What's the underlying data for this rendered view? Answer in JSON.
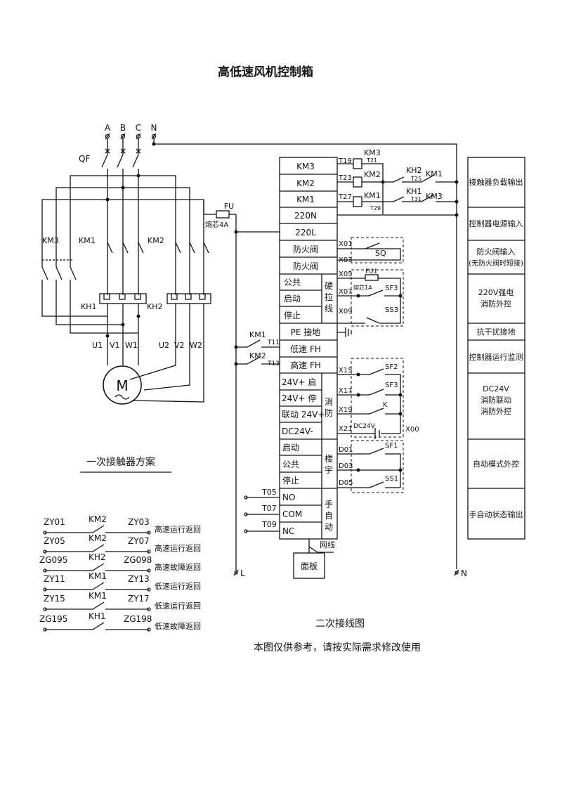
{
  "title": "高低速风机控制箱",
  "primary": {
    "phases": [
      "A",
      "B",
      "C",
      "N"
    ],
    "qf": "QF",
    "km3": "KM3",
    "km1": "KM1",
    "km2": "KM2",
    "kh1": "KH1",
    "kh2": "KH2",
    "u1": "U1",
    "v1": "V1",
    "w1": "W1",
    "u2": "U2",
    "v2": "V2",
    "w2": "W2",
    "fu": "FU",
    "fu_rating": "熔芯4A",
    "motor_symbol": "M",
    "caption": "一次接触器方案"
  },
  "terminals": [
    {
      "label": "KM3"
    },
    {
      "label": "KM2"
    },
    {
      "label": "KM1"
    },
    {
      "label": "220N"
    },
    {
      "label": "220L"
    },
    {
      "label": "防火阀"
    },
    {
      "label": "防火阀"
    },
    {
      "label": "公共"
    },
    {
      "label": "启动"
    },
    {
      "label": "停止"
    },
    {
      "label": "PE 接地"
    },
    {
      "label": "低速 FH"
    },
    {
      "label": "高速 FH"
    },
    {
      "label": "24V+ 启"
    },
    {
      "label": "24V+ 停"
    },
    {
      "label": "联动 24V+"
    },
    {
      "label": "DC24V-"
    },
    {
      "label": "启动"
    },
    {
      "label": "公共"
    },
    {
      "label": "停止"
    },
    {
      "label": "NO"
    },
    {
      "label": "COM"
    },
    {
      "label": "NC"
    }
  ],
  "groups": {
    "hard": "硬拉线",
    "fire": "消防",
    "building": "楼宇",
    "manual": "手自动"
  },
  "codes_left": {
    "t05": "T05",
    "t07": "T07",
    "t09": "T09",
    "t11": "T11",
    "t13": "T13",
    "km1": "KM1",
    "km2": "KM2"
  },
  "codes_right": {
    "t19": "T19",
    "t21": "T21",
    "t23": "T23",
    "t25": "T25",
    "t27": "T27",
    "t29": "T29",
    "t31": "T31",
    "x01": "X01",
    "x03": "X03",
    "x05": "X05",
    "x07": "X07",
    "x09": "X09",
    "x15": "X15",
    "x17": "X17",
    "x19": "X19",
    "x21": "X21",
    "x00": "X00",
    "d01": "D01",
    "d03": "D03",
    "d05": "D05"
  },
  "devices": {
    "km3": "KM3",
    "km2": "KM2",
    "km1": "KM1",
    "kh2": "KH2",
    "kh1": "KH1",
    "km1b": "KM1",
    "km3b": "KM3",
    "sq": "SQ",
    "fu1": "FU1",
    "fu1_rating": "熔芯1A",
    "sf3": "SF3",
    "ss3": "SS3",
    "sf2": "SF2",
    "sf3b": "SF3",
    "k": "K",
    "dc24v": "DC24V",
    "sf1": "SF1",
    "ss1": "SS1"
  },
  "panel": {
    "label": "面板",
    "cable": "网线"
  },
  "bus": {
    "l": "L",
    "n": "N"
  },
  "functions": [
    {
      "label": "接触器负载输出"
    },
    {
      "label": "控制器电源输入"
    },
    {
      "label": "防火阀输入"
    },
    {
      "label": "(无防火阀时短接)"
    },
    {
      "label": "220V强电"
    },
    {
      "label": "消防外控"
    },
    {
      "label": "抗干扰接地"
    },
    {
      "label": "控制器运行监测"
    },
    {
      "label": "DC24V"
    },
    {
      "label": "消防联动"
    },
    {
      "label": "消防外控"
    },
    {
      "label": "自动模式外控"
    },
    {
      "label": "手自动状态输出"
    }
  ],
  "feedback": [
    {
      "left": "ZY01",
      "device": "KM2",
      "right": "ZY03",
      "desc": "高速运行返回"
    },
    {
      "left": "ZY05",
      "device": "KM2",
      "right": "ZY07",
      "desc": "高速运行返回"
    },
    {
      "left": "ZG095",
      "device": "KH2",
      "right": "ZG098",
      "desc": "高速故障返回"
    },
    {
      "left": "ZY11",
      "device": "KM1",
      "right": "ZY13",
      "desc": "低速运行返回"
    },
    {
      "left": "ZY15",
      "device": "KM1",
      "right": "ZY17",
      "desc": "低速运行返回"
    },
    {
      "left": "ZG195",
      "device": "KH1",
      "right": "ZG198",
      "desc": "低速故障返回"
    }
  ],
  "caption2": "二次接线图",
  "note": "本图仅供参考，请按实际需求修改使用"
}
